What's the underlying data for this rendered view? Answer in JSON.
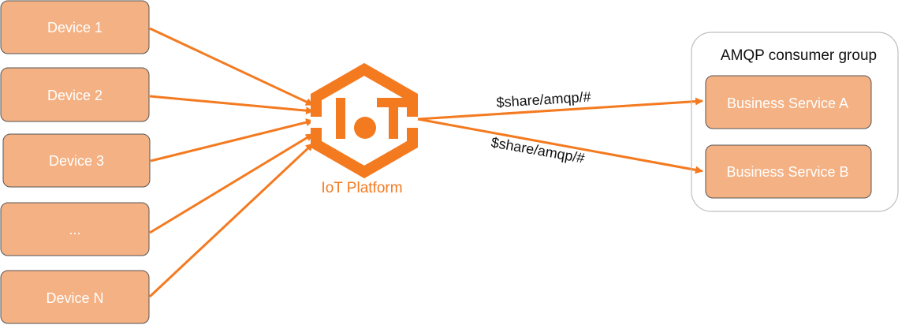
{
  "colors": {
    "accent": "#F47A20",
    "box_fill": "#F4B183",
    "box_border": "#555555",
    "group_border": "#BFBFBF",
    "text_dark": "#111111",
    "text_light": "#FFFFFF"
  },
  "devices": [
    {
      "label": "Device 1"
    },
    {
      "label": "Device 2"
    },
    {
      "label": "Device 3"
    },
    {
      "label": "..."
    },
    {
      "label": "Device N"
    }
  ],
  "platform": {
    "icon": "iot-logo-icon",
    "logo_text": "IoT",
    "label": "IoT Platform"
  },
  "consumer_group": {
    "title": "AMQP consumer group",
    "services": [
      {
        "label": "Business Service A",
        "topic": "$share/amqp/#"
      },
      {
        "label": "Business Service B",
        "topic": "$share/amqp/#"
      }
    ]
  }
}
